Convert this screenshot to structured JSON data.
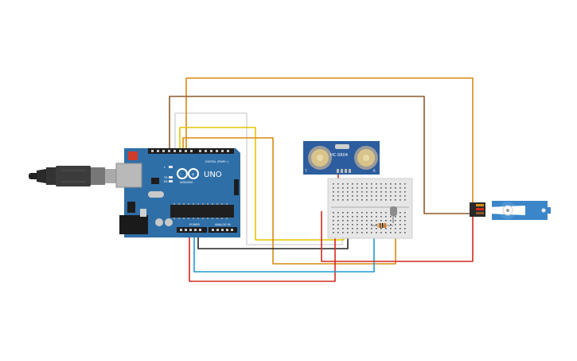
{
  "arduino": {
    "brand_label": "UNO",
    "logo_label": "ARDUINO",
    "digital_header_label": "DIGITAL (PWM~)",
    "power_header_label": "POWER",
    "analog_header_label": "ANALOG IN",
    "tx_label": "TX",
    "rx_label": "RX",
    "l_label": "L"
  },
  "sensor": {
    "model_label": "HC-SR04",
    "t_label": "T",
    "r_label": "R"
  },
  "colors": {
    "board": "#2f6fa8",
    "board_dark": "#1f4f7c",
    "breadboard": "#e6e6e6",
    "sensor": "#2c5d9e",
    "servo": "#3b86c9",
    "wire_orange": "#d98a12",
    "wire_brown": "#8a5a2b",
    "wire_yellow": "#e8c300",
    "wire_red": "#d42a1c",
    "wire_black": "#222222",
    "wire_blue": "#1f9ad6",
    "wire_white": "#dddddd"
  }
}
